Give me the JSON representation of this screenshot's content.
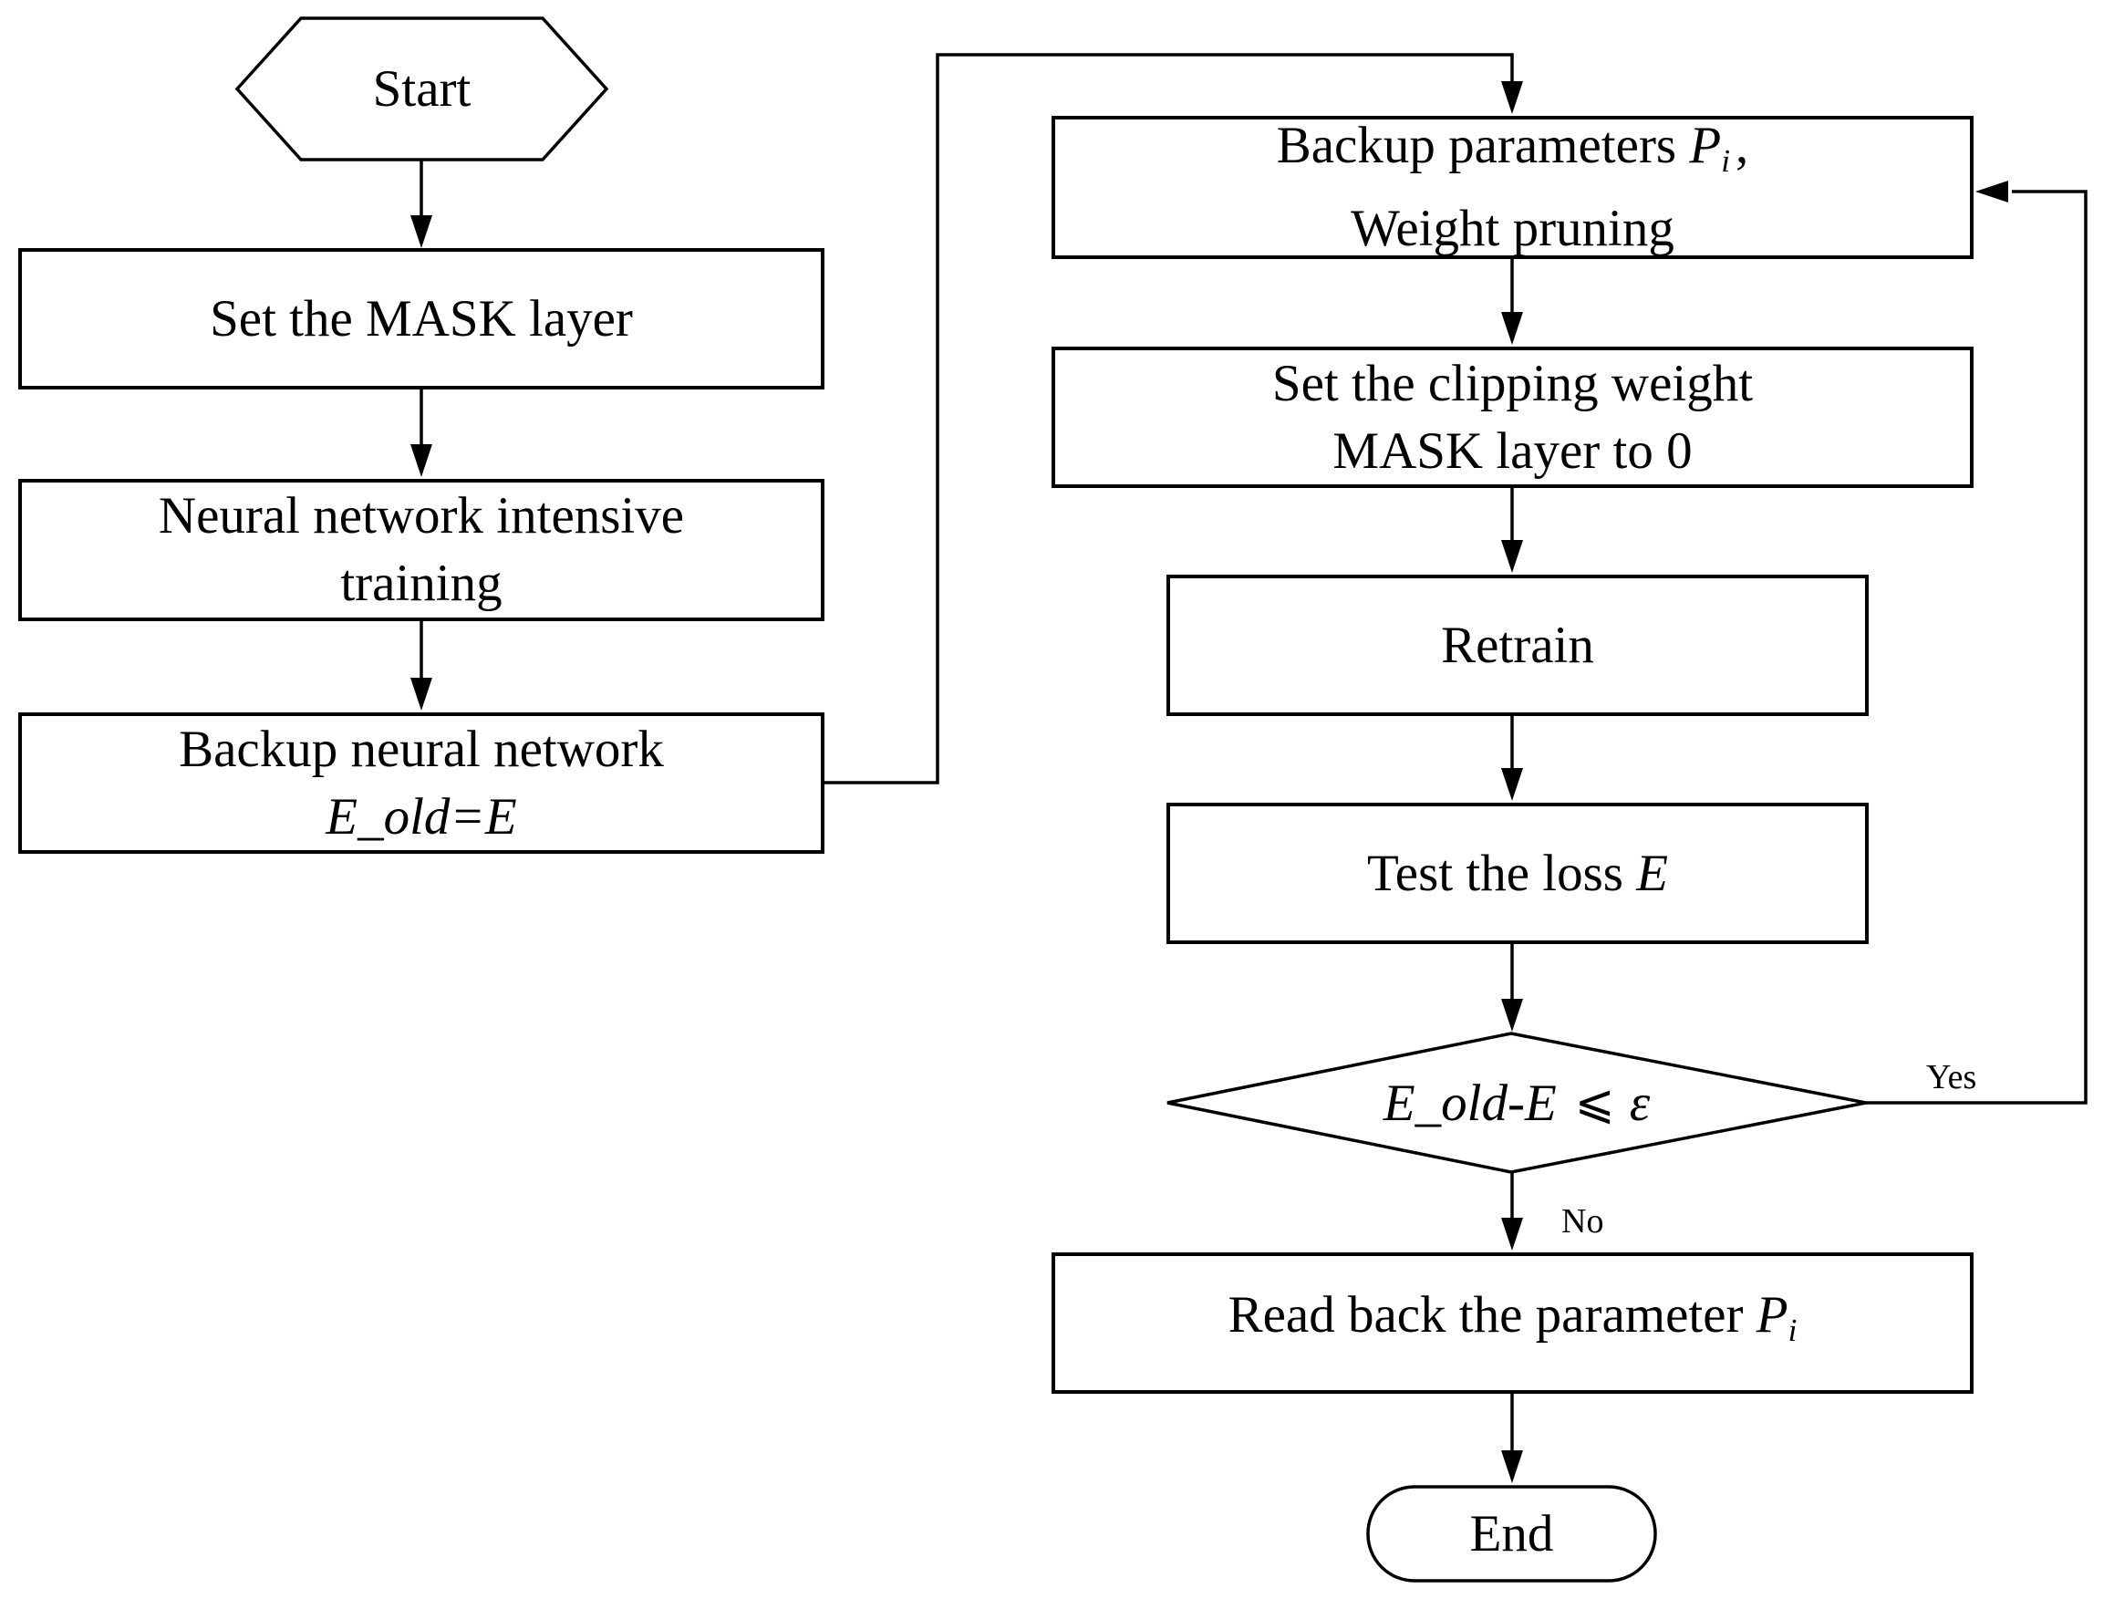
{
  "flowchart": {
    "colors": {
      "stroke": "#000000",
      "background": "#ffffff"
    },
    "nodes": {
      "start": {
        "shape": "hexagon",
        "label": "Start"
      },
      "set_mask": {
        "shape": "rect",
        "label": "Set the MASK layer"
      },
      "intensive_training": {
        "shape": "rect",
        "line1": "Neural network intensive",
        "line2": "training"
      },
      "backup_network": {
        "shape": "rect",
        "line1": "Backup neural network",
        "formula": "E_old=E"
      },
      "backup_params": {
        "shape": "rect",
        "line1_text": "Backup parameters ",
        "var": "P",
        "var_sub": "i",
        "comma": ",",
        "line2": "Weight pruning"
      },
      "set_clipping": {
        "shape": "rect",
        "line1": "Set the clipping weight",
        "line2": "MASK layer to 0"
      },
      "retrain": {
        "shape": "rect",
        "label": "Retrain"
      },
      "test_loss": {
        "shape": "rect",
        "text": "Test the loss ",
        "var": "E"
      },
      "decision": {
        "shape": "diamond",
        "lhs": "E_old-E",
        "op": "⩽",
        "rhs": "ε"
      },
      "read_back": {
        "shape": "rect",
        "text": "Read back the parameter ",
        "var": "P",
        "var_sub": "i"
      },
      "end": {
        "shape": "stadium",
        "label": "End"
      }
    },
    "branch_labels": {
      "yes": "Yes",
      "no": "No"
    }
  }
}
